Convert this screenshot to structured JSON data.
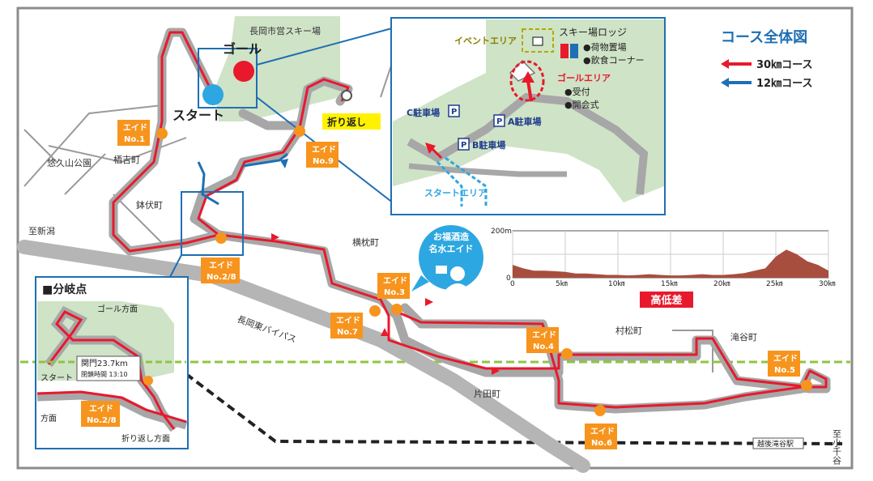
{
  "legend": {
    "title": "コース全体図",
    "course30": "30㎞コース",
    "course12": "12㎞コース",
    "color30": "#e8192c",
    "color12": "#1f6fb4"
  },
  "places": {
    "ski_area": "長岡市営スキー場",
    "yukuyama_park": "悠久山公園",
    "suyoshi": "栖吉町",
    "hachibuse": "鉢伏町",
    "yokomakura": "横枕町",
    "muramatsu": "村松町",
    "takigaya": "滝谷町",
    "katada": "片田町",
    "bypass": "長岡東バイパス",
    "to_niigata": "至新潟",
    "to_ojiya": "至小千谷",
    "station": "越後滝谷駅"
  },
  "markers": {
    "start": "スタート",
    "goal": "ゴール",
    "turnaround": "折り返し"
  },
  "aid_stations": [
    {
      "line1": "エイド",
      "line2": "No.1"
    },
    {
      "line1": "エイド",
      "line2": "No.2/8"
    },
    {
      "line1": "エイド",
      "line2": "No.3"
    },
    {
      "line1": "エイド",
      "line2": "No.4"
    },
    {
      "line1": "エイド",
      "line2": "No.5"
    },
    {
      "line1": "エイド",
      "line2": "No.6"
    },
    {
      "line1": "エイド",
      "line2": "No.7"
    },
    {
      "line1": "エイド",
      "line2": "No.9"
    }
  ],
  "sake_aid": {
    "line1": "お福酒造",
    "line2": "名水エイド"
  },
  "inset_venue": {
    "event_area": "イベントエリア",
    "lodge": "スキー場ロッジ",
    "baggage": "●荷物置場",
    "food": "●飲食コーナー",
    "goal_area": "ゴールエリア",
    "reception": "●受付",
    "opening": "●開会式",
    "parking_c": "C駐車場",
    "parking_a": "A駐車場",
    "parking_b": "B駐車場",
    "start_area": "スタートエリア",
    "parking_symbol": "P"
  },
  "inset_branch": {
    "title": "■分岐点",
    "goal_dir": "ゴール方面",
    "start_dir_1": "スタート",
    "start_dir_2": "方面",
    "turn_dir": "折り返し方面",
    "gate": "関門23.7km",
    "gate_time": "閉鎖時間 13:10",
    "aid_line1": "エイド",
    "aid_line2": "No.2/8"
  },
  "elevation": {
    "title": "高低差",
    "y_max_label": "200m",
    "y_min_label": "0",
    "x_labels": [
      "0",
      "5㎞",
      "10㎞",
      "15㎞",
      "20㎞",
      "25㎞",
      "30㎞"
    ]
  },
  "chart_data": {
    "type": "area",
    "title": "高低差",
    "xlabel": "",
    "ylabel": "",
    "xlim": [
      0,
      30
    ],
    "ylim": [
      0,
      200
    ],
    "x": [
      0,
      1,
      2,
      3,
      4,
      5,
      6,
      7,
      8,
      9,
      10,
      11,
      12,
      13,
      14,
      15,
      16,
      17,
      18,
      19,
      20,
      21,
      22,
      23,
      24,
      25,
      26,
      27,
      28,
      29,
      30
    ],
    "series": [
      {
        "values": [
          55,
          40,
          30,
          30,
          28,
          25,
          18,
          18,
          15,
          12,
          12,
          10,
          12,
          15,
          12,
          10,
          10,
          12,
          15,
          12,
          12,
          15,
          20,
          30,
          40,
          90,
          120,
          100,
          70,
          55,
          30
        ]
      }
    ]
  }
}
